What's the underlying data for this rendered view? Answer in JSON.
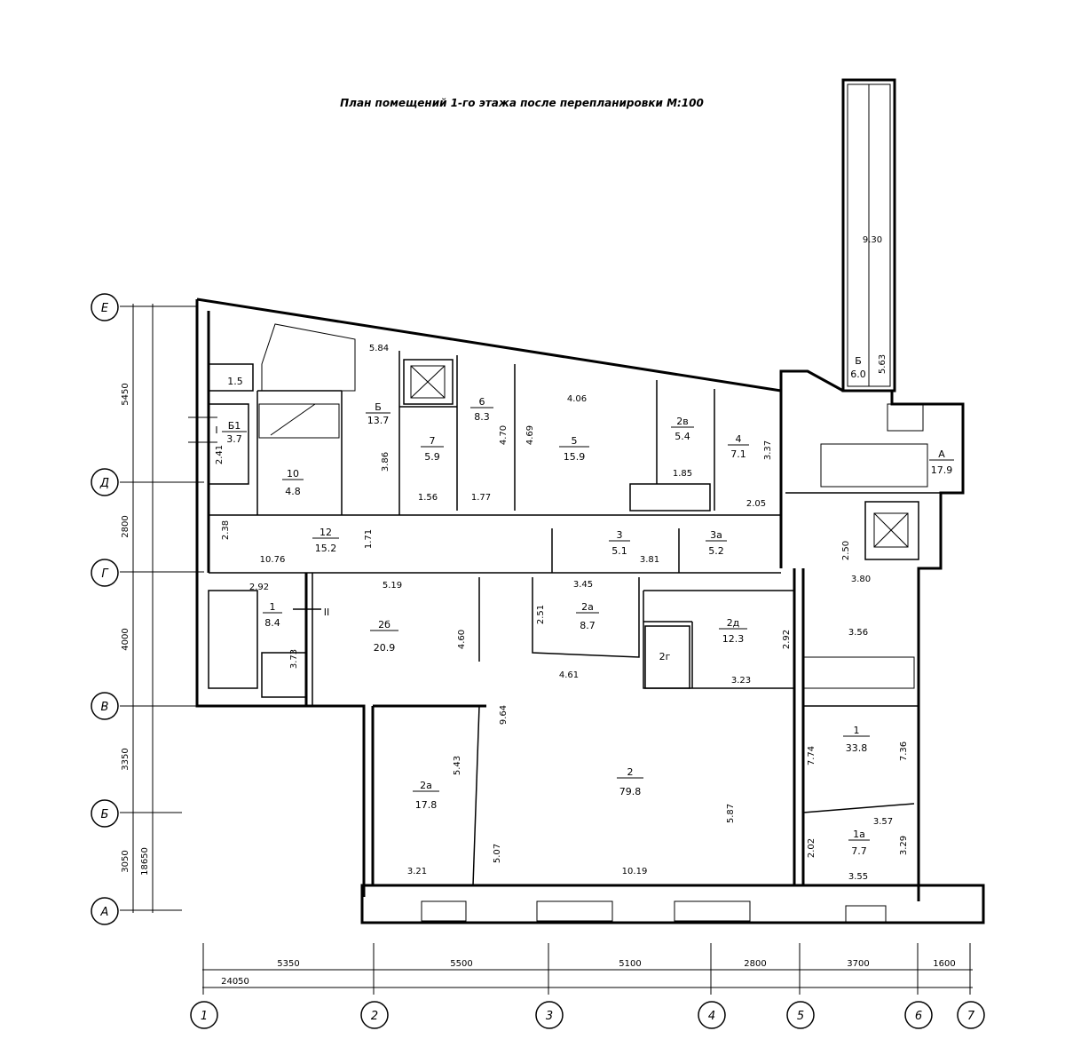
{
  "title": "План помещений 1-го этажа после перепланировки М:100",
  "axes_rows": [
    "Е",
    "Д",
    "Г",
    "В",
    "Б",
    "А"
  ],
  "axes_cols": [
    "1",
    "2",
    "3",
    "4",
    "5",
    "6",
    "7"
  ],
  "dims_bottom": [
    "5350",
    "5500",
    "5100",
    "2800",
    "3700",
    "1600"
  ],
  "dim_total_bottom": "24050",
  "dims_left": [
    "5450",
    "2800",
    "4000",
    "3350",
    "3050"
  ],
  "dim_total_left": "18650",
  "rooms": [
    {
      "num": "Б",
      "area": "13.7"
    },
    {
      "num": "Б1",
      "area": "3.7"
    },
    {
      "num": "",
      "area": "1.5"
    },
    {
      "num": "10",
      "area": "4.8"
    },
    {
      "num": "7",
      "area": "5.9"
    },
    {
      "num": "6",
      "area": "8.3"
    },
    {
      "num": "5",
      "area": "15.9"
    },
    {
      "num": "2в",
      "area": "5.4"
    },
    {
      "num": "4",
      "area": "7.1"
    },
    {
      "num": "А",
      "area": "17.9"
    },
    {
      "num": "Б",
      "area": "6.0"
    },
    {
      "num": "12",
      "area": "15.2"
    },
    {
      "num": "3",
      "area": "5.1"
    },
    {
      "num": "3а",
      "area": "5.2"
    },
    {
      "num": "1",
      "area": "8.4"
    },
    {
      "num": "2б",
      "area": "20.9"
    },
    {
      "num": "2а",
      "area": "8.7"
    },
    {
      "num": "2д",
      "area": "12.3"
    },
    {
      "num": "2г",
      "area": ""
    },
    {
      "num": "2а",
      "area": "17.8"
    },
    {
      "num": "2",
      "area": "79.8"
    },
    {
      "num": "1",
      "area": "33.8"
    },
    {
      "num": "1а",
      "area": "7.7"
    }
  ],
  "room_dims": [
    "5.84",
    "4.06",
    "2.41",
    "3.86",
    "4.70",
    "4.69",
    "1.56",
    "1.77",
    "1.85",
    "3.37",
    "2.05",
    "2.38",
    "1.71",
    "10.76",
    "3.81",
    "2.50",
    "3.80",
    "2.92",
    "5.19",
    "3.45",
    "2.51",
    "3.73",
    "4.60",
    "4.61",
    "2.92",
    "3.23",
    "3.56",
    "9.64",
    "5.43",
    "5.07",
    "3.21",
    "10.19",
    "5.87",
    "7.74",
    "7.36",
    "3.57",
    "2.02",
    "3.29",
    "3.55",
    "5.63",
    "9.30"
  ],
  "section_marks": [
    "I",
    "II"
  ]
}
